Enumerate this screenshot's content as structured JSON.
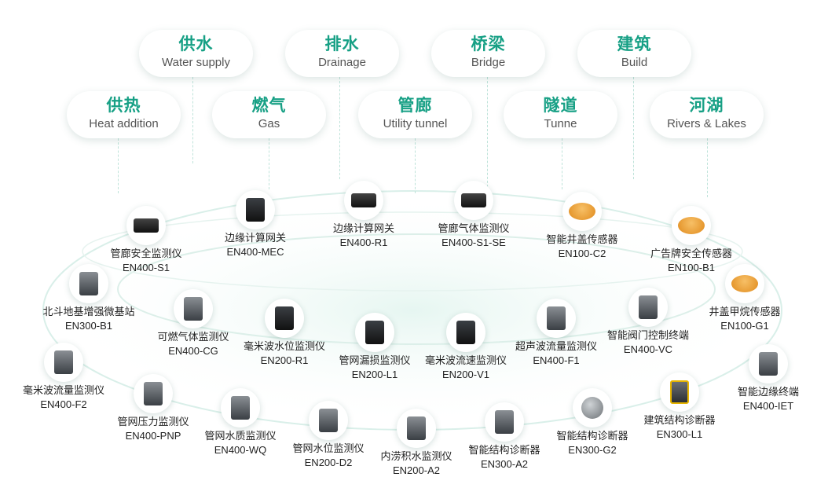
{
  "categories_top": [
    {
      "cn": "供水",
      "en": "Water supply"
    },
    {
      "cn": "排水",
      "en": "Drainage"
    },
    {
      "cn": "桥梁",
      "en": "Bridge"
    },
    {
      "cn": "建筑",
      "en": "Build"
    }
  ],
  "categories_mid": [
    {
      "cn": "供热",
      "en": "Heat addition"
    },
    {
      "cn": "燃气",
      "en": "Gas"
    },
    {
      "cn": "管廊",
      "en": "Utility tunnel"
    },
    {
      "cn": "隧道",
      "en": "Tunne"
    },
    {
      "cn": "河湖",
      "en": "Rivers & Lakes"
    }
  ],
  "devices": [
    {
      "name": "管廊安全监测仪",
      "code": "EN400-S1",
      "icon": "gateway-box-icon"
    },
    {
      "name": "边缘计算网关",
      "code": "EN400-MEC",
      "icon": "edge-gateway-icon"
    },
    {
      "name": "边缘计算网关",
      "code": "EN400-R1",
      "icon": "router-icon"
    },
    {
      "name": "管廊气体监测仪",
      "code": "EN400-S1-SE",
      "icon": "gas-monitor-icon"
    },
    {
      "name": "智能井盖传感器",
      "code": "EN100-C2",
      "icon": "manhole-sensor-icon"
    },
    {
      "name": "广告牌安全传感器",
      "code": "EN100-B1",
      "icon": "billboard-sensor-icon"
    },
    {
      "name": "北斗地基增强微基站",
      "code": "EN300-B1",
      "icon": "base-station-icon"
    },
    {
      "name": "可燃气体监测仪",
      "code": "EN400-CG",
      "icon": "combustible-gas-icon"
    },
    {
      "name": "毫米波水位监测仪",
      "code": "EN200-R1",
      "icon": "radar-level-icon"
    },
    {
      "name": "管网漏损监测仪",
      "code": "EN200-L1",
      "icon": "leak-monitor-icon"
    },
    {
      "name": "毫米波流速监测仪",
      "code": "EN200-V1",
      "icon": "radar-velocity-icon"
    },
    {
      "name": "超声波流量监测仪",
      "code": "EN400-F1",
      "icon": "ultrasonic-flow-icon"
    },
    {
      "name": "智能阀门控制终端",
      "code": "EN400-VC",
      "icon": "valve-control-icon"
    },
    {
      "name": "井盖甲烷传感器",
      "code": "EN100-G1",
      "icon": "methane-sensor-icon"
    },
    {
      "name": "毫米波流量监测仪",
      "code": "EN400-F2",
      "icon": "radar-flow-icon"
    },
    {
      "name": "管网压力监测仪",
      "code": "EN400-PNP",
      "icon": "pressure-monitor-icon"
    },
    {
      "name": "管网水质监测仪",
      "code": "EN400-WQ",
      "icon": "water-quality-icon"
    },
    {
      "name": "管网水位监测仪",
      "code": "EN200-D2",
      "icon": "water-level-icon"
    },
    {
      "name": "内涝积水监测仪",
      "code": "EN200-A2",
      "icon": "waterlogging-icon"
    },
    {
      "name": "智能结构诊断器",
      "code": "EN300-A2",
      "icon": "structure-diagnosis-icon"
    },
    {
      "name": "智能结构诊断器",
      "code": "EN300-G2",
      "icon": "structure-diagnosis-round-icon"
    },
    {
      "name": "建筑结构诊断器",
      "code": "EN300-L1",
      "icon": "building-diagnosis-icon"
    },
    {
      "name": "智能边缘终端",
      "code": "EN400-IET",
      "icon": "edge-terminal-icon"
    }
  ]
}
